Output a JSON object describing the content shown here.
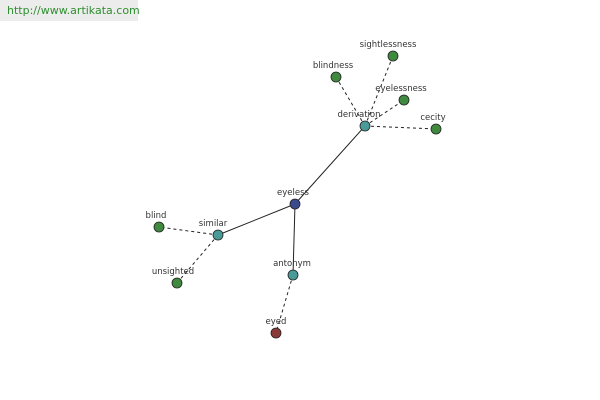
{
  "watermark": {
    "text": "http://www.artikata.com"
  },
  "colors": {
    "root": "#3a4a8c",
    "relation": "#4a9a9a",
    "leaf": "#3f8a3f",
    "antonym_leaf": "#8b3a3a",
    "edge": "#222222"
  },
  "graph": {
    "nodes": [
      {
        "id": "eyeless",
        "label": "eyeless",
        "kind": "root"
      },
      {
        "id": "derivation",
        "label": "derivation",
        "kind": "relation"
      },
      {
        "id": "similar",
        "label": "similar",
        "kind": "relation"
      },
      {
        "id": "antonym",
        "label": "antonym",
        "kind": "relation"
      },
      {
        "id": "sightlessness",
        "label": "sightlessness",
        "kind": "leaf"
      },
      {
        "id": "blindness",
        "label": "blindness",
        "kind": "leaf"
      },
      {
        "id": "eyelessness",
        "label": "eyelessness",
        "kind": "leaf"
      },
      {
        "id": "cecity",
        "label": "cecity",
        "kind": "leaf"
      },
      {
        "id": "blind",
        "label": "blind",
        "kind": "leaf"
      },
      {
        "id": "unsighted",
        "label": "unsighted",
        "kind": "leaf"
      },
      {
        "id": "eyed",
        "label": "eyed",
        "kind": "antonym_leaf"
      }
    ],
    "edges": [
      {
        "from": "eyeless",
        "to": "derivation",
        "style": "solid"
      },
      {
        "from": "eyeless",
        "to": "similar",
        "style": "solid"
      },
      {
        "from": "eyeless",
        "to": "antonym",
        "style": "solid"
      },
      {
        "from": "derivation",
        "to": "sightlessness",
        "style": "dashed"
      },
      {
        "from": "derivation",
        "to": "blindness",
        "style": "dashed"
      },
      {
        "from": "derivation",
        "to": "eyelessness",
        "style": "dashed"
      },
      {
        "from": "derivation",
        "to": "cecity",
        "style": "dashed"
      },
      {
        "from": "similar",
        "to": "blind",
        "style": "dashed"
      },
      {
        "from": "similar",
        "to": "unsighted",
        "style": "dashed"
      },
      {
        "from": "antonym",
        "to": "eyed",
        "style": "dashed"
      }
    ]
  }
}
